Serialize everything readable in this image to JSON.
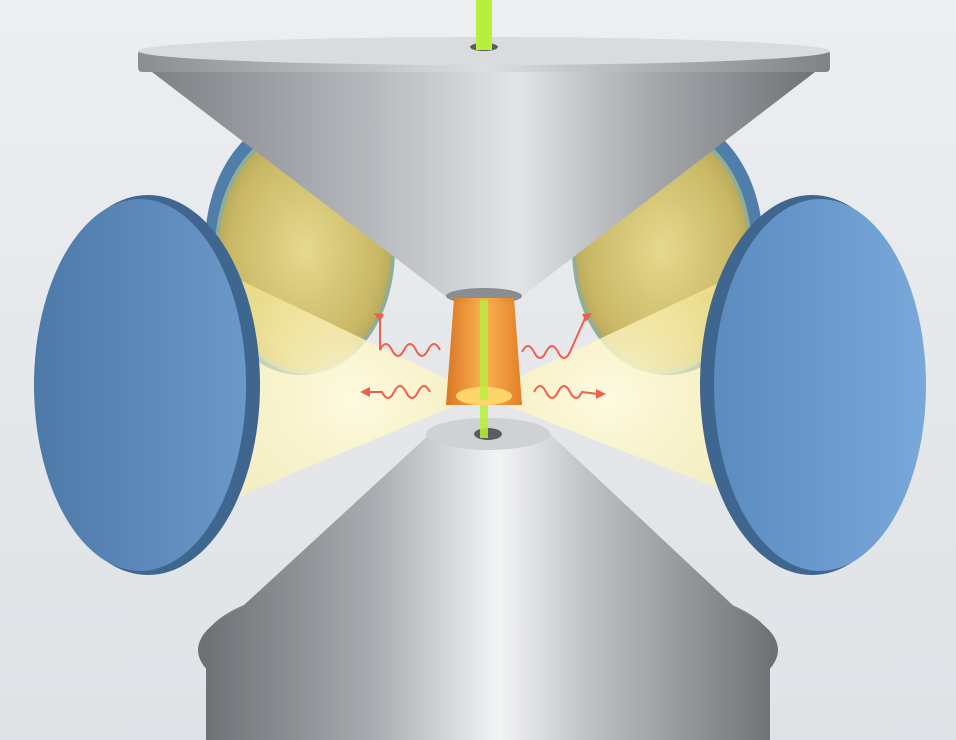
{
  "diagram": {
    "colors": {
      "background": "#e7e9ec",
      "cone_metal": "#9c9fa3",
      "cone_highlight": "#f2f3f4",
      "mirror_blue": "#6e9fd3",
      "mirror_blue_dark": "#4d79a8",
      "light_cone": "#fff6b8",
      "lens_tint": "#c8b96a",
      "sample_orange": "#f28a1e",
      "laser_green": "#b6f03c",
      "emission_red": "#ef5f4a"
    },
    "components": [
      {
        "name": "upper-cone",
        "kind": "conical reflector"
      },
      {
        "name": "lower-cone",
        "kind": "conical reflector"
      },
      {
        "name": "left-mirror",
        "kind": "circular mirror"
      },
      {
        "name": "right-mirror",
        "kind": "circular mirror"
      },
      {
        "name": "sample",
        "kind": "sample cell"
      },
      {
        "name": "laser-beam",
        "kind": "excitation beam"
      }
    ],
    "emission_waves": 4
  }
}
